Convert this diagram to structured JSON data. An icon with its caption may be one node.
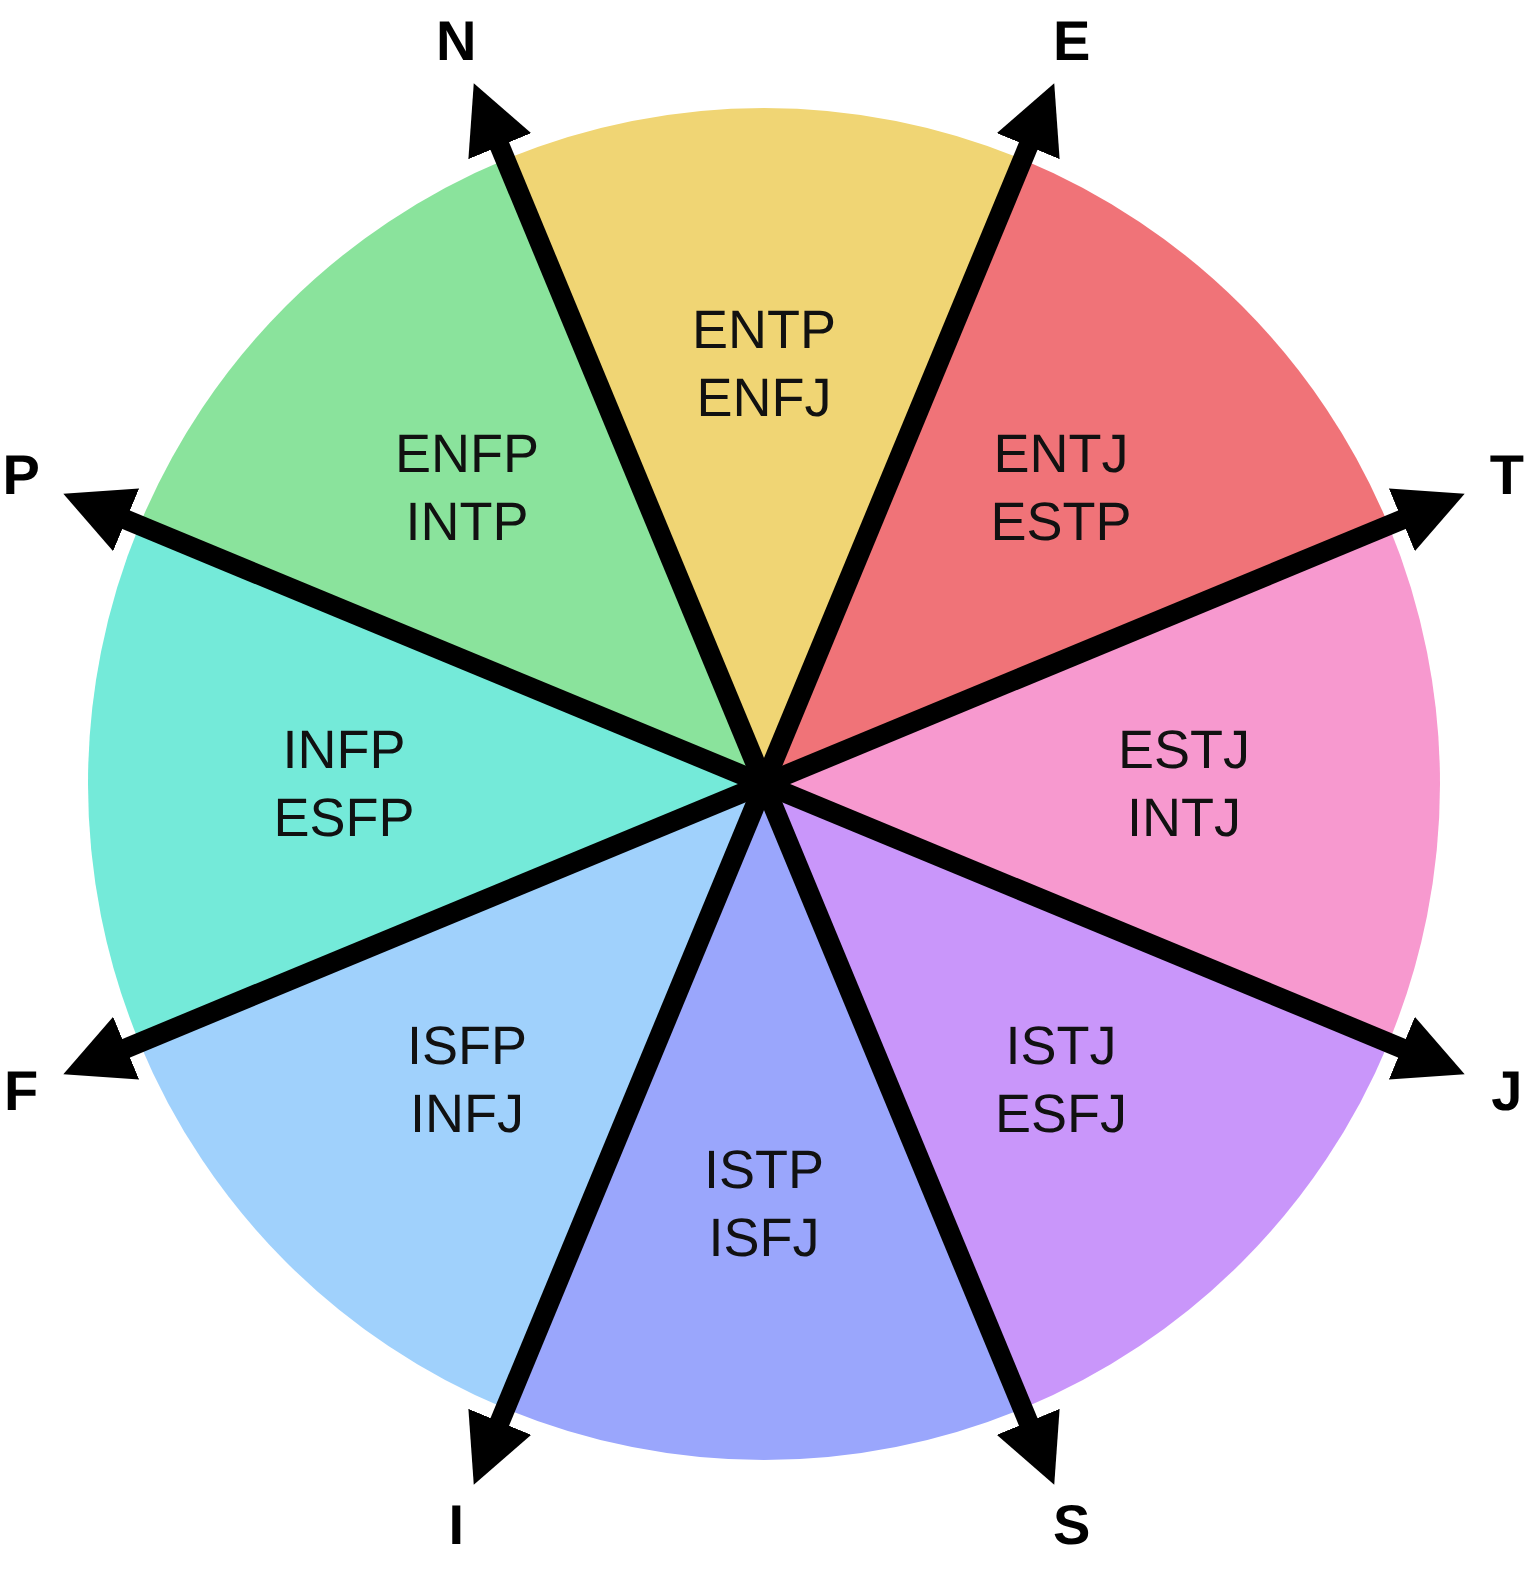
{
  "diagram": {
    "nodes": [
      {
        "text": [
          "ENTP",
          "ENFJ"
        ]
      },
      {
        "text": [
          "ENTJ",
          "ESTP"
        ]
      },
      {
        "text": [
          "ESTJ",
          "INTJ"
        ]
      },
      {
        "text": [
          "ISTJ",
          "ESFJ"
        ]
      },
      {
        "text": [
          "ISTP",
          "ISFJ"
        ]
      },
      {
        "text": [
          "ISFP",
          "INFJ"
        ]
      },
      {
        "text": [
          "INFP",
          "ESFP"
        ]
      },
      {
        "text": [
          "ENFP",
          "INTP"
        ]
      }
    ],
    "labels": [
      "N",
      "E",
      "P",
      "T",
      "F",
      "J",
      "I",
      "S"
    ]
  }
}
